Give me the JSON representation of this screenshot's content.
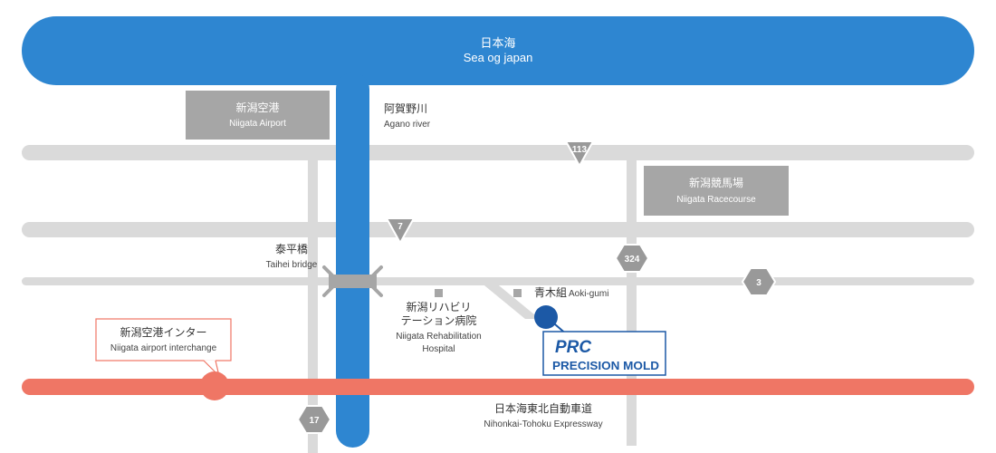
{
  "colors": {
    "sea": "#2e86d1",
    "river": "#2e86d1",
    "road": "#dadada",
    "expressway": "#ef7665",
    "landmark_box": "#a6a6a6",
    "route_shield": "#999999",
    "logo_blue": "#1c59a6"
  },
  "sea": {
    "name_jp": "日本海",
    "name_en": "Sea og japan"
  },
  "river": {
    "name_jp": "阿賀野川",
    "name_en": "Agano river"
  },
  "landmarks": {
    "airport": {
      "name_jp": "新潟空港",
      "name_en": "Niigata Airport"
    },
    "racecourse": {
      "name_jp": "新潟競馬場",
      "name_en": "Niigata Racecourse"
    }
  },
  "bridge": {
    "name_jp": "泰平橋",
    "name_en": "Taihei bridge"
  },
  "hospital": {
    "name_jp_line1": "新潟リハビリ",
    "name_jp_line2": "テーション病院",
    "name_en_line1": "Niigata Rehabilitation",
    "name_en_line2": "Hospital"
  },
  "aoki": {
    "name_jp": "青木組",
    "name_en": "Aoki-gumi"
  },
  "interchange": {
    "name_jp": "新潟空港インター",
    "name_en": "Niigata airport interchange"
  },
  "expressway": {
    "name_jp": "日本海東北自動車道",
    "name_en": "Nihonkai-Tohoku Expressway"
  },
  "routes": {
    "r113": "113",
    "r7": "7",
    "r324": "324",
    "r3": "3",
    "r17": "17"
  },
  "destination": {
    "logo_line1": "PRC",
    "logo_line2": "PRECISION MOLD"
  }
}
